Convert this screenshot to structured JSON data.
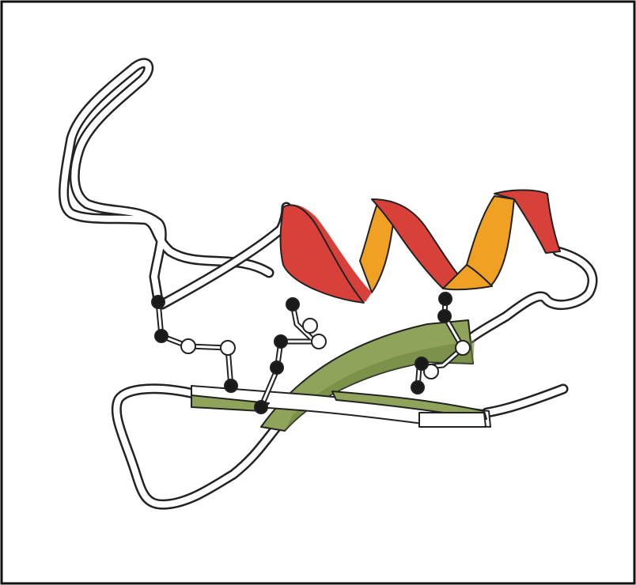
{
  "figure": {
    "background_color": "#ffffff",
    "frame_color": "#111111",
    "colors": {
      "coil_fill": "#ffffff",
      "coil_outline": "#222222",
      "helix_front": "#d8413a",
      "helix_back": "#f0a023",
      "helix_end": "#e05a3a",
      "sheet_fill": "#8fa35a",
      "sheet_dark": "#6f8640",
      "atom_dark": "#1a1a1a",
      "atom_light": "#ffffff"
    },
    "elements": [
      "random-coil",
      "alpha-helix",
      "beta-sheet",
      "disulfide-bridges"
    ]
  }
}
